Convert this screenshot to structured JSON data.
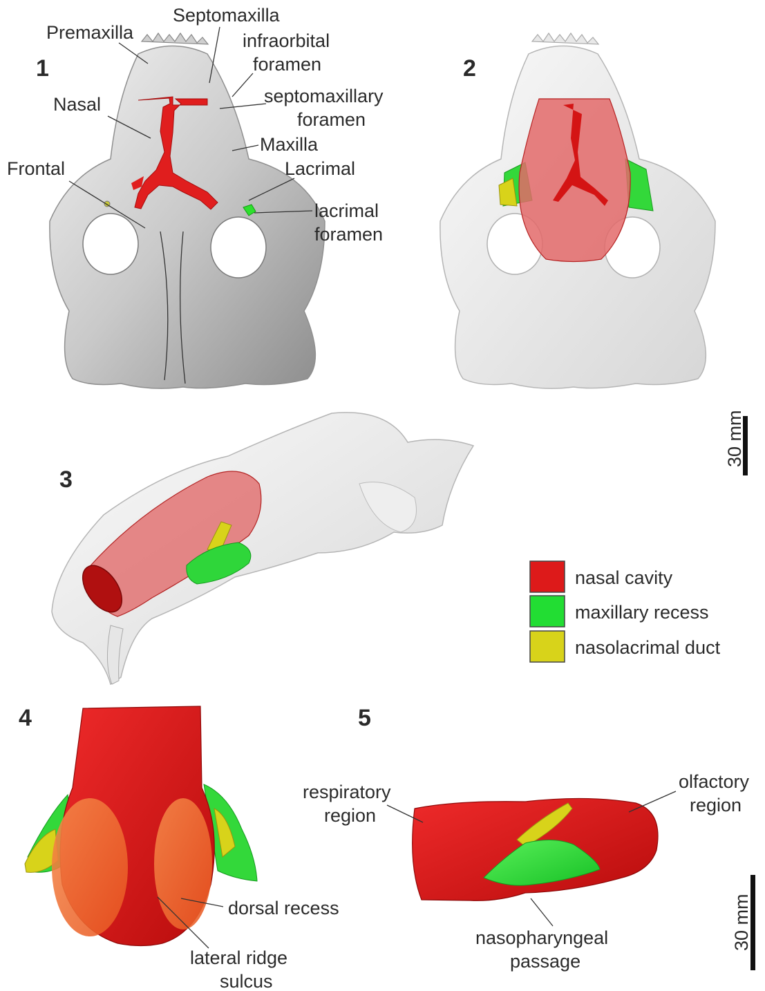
{
  "panels": {
    "p1": {
      "number": "1",
      "labels": {
        "premaxilla": "Premaxilla",
        "septomaxilla": "Septomaxilla",
        "infraorbital_1": "infraorbital",
        "infraorbital_2": "foramen",
        "septomaxillary_1": "septomaxillary",
        "septomaxillary_2": "foramen",
        "nasal": "Nasal",
        "maxilla": "Maxilla",
        "frontal": "Frontal",
        "lacrimal": "Lacrimal",
        "lacrimal_foramen_1": "lacrimal",
        "lacrimal_foramen_2": "foramen"
      }
    },
    "p2": {
      "number": "2"
    },
    "p3": {
      "number": "3"
    },
    "p4": {
      "number": "4",
      "labels": {
        "dorsal_recess": "dorsal recess",
        "lateral_ridge_1": "lateral ridge",
        "lateral_ridge_2": "sulcus"
      }
    },
    "p5": {
      "number": "5",
      "labels": {
        "respiratory_1": "respiratory",
        "respiratory_2": "region",
        "olfactory_1": "olfactory",
        "olfactory_2": "region",
        "nasopharyngeal_1": "nasopharyngeal",
        "nasopharyngeal_2": "passage"
      }
    }
  },
  "scale_bars": {
    "upper": "30 mm",
    "lower": "30 mm"
  },
  "legend": [
    {
      "label": "nasal cavity",
      "color": "#dd1a1a"
    },
    {
      "label": "maxillary recess",
      "color": "#22dd33"
    },
    {
      "label": "nasolacrimal duct",
      "color": "#d8d31a"
    }
  ],
  "colors": {
    "nasal_cavity": "#dd1a1a",
    "maxillary_recess": "#22dd33",
    "nasolacrimal_duct": "#d8d31a",
    "dorsal_recess": "#f26a2a"
  }
}
